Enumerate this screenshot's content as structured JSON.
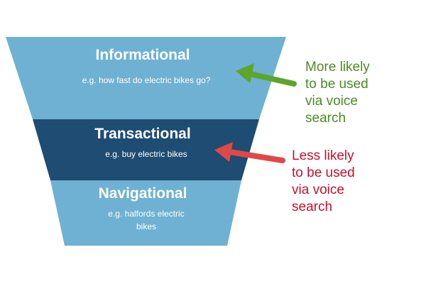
{
  "funnel": {
    "tiers": [
      {
        "title": "Informational",
        "example": "e.g. how fast do electric bikes go?",
        "color": "#6FB1D3"
      },
      {
        "title": "Transactional",
        "example": "e.g. buy electric bikes",
        "color": "#1F4C72"
      },
      {
        "title": "Navigational",
        "example_lines": [
          "e.g. halfords electric",
          "bikes"
        ],
        "color": "#6FB1D3"
      }
    ]
  },
  "callouts": {
    "green": {
      "lines": [
        "More likely",
        "to be used",
        "via voice",
        "search"
      ],
      "color": "#4E8A22",
      "arrow_color": "#5EA52A"
    },
    "red": {
      "lines": [
        "Less likely",
        "to be used",
        "via voice",
        "search"
      ],
      "color": "#C8102E",
      "arrow_color": "#E04848"
    }
  }
}
